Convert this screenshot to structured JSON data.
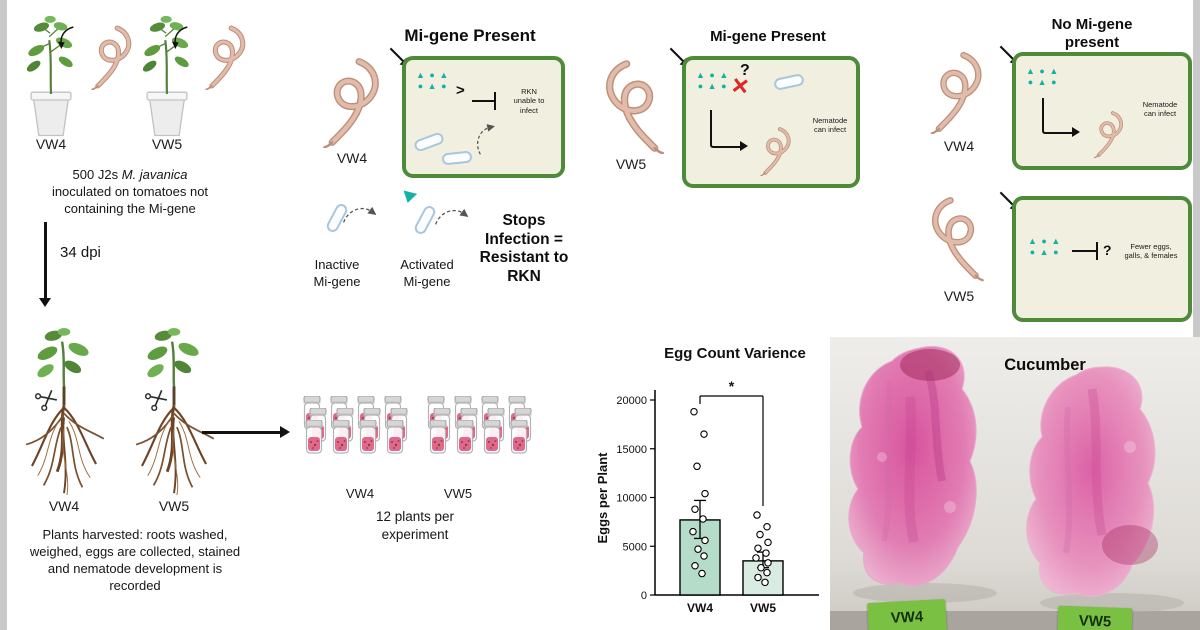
{
  "workflow": {
    "top_plant1_label": "VW4",
    "top_plant2_label": "VW5",
    "inoculation": {
      "prefix": "500 J2s ",
      "species": "M. javanica",
      "line2": "inoculated on tomatoes not",
      "line3": "containing the Mi-gene"
    },
    "dpi_label": "34 dpi",
    "bottom_plant1_label": "VW4",
    "bottom_plant2_label": "VW5",
    "harvest_lines": [
      "Plants harvested: roots washed,",
      "weighed, eggs are collected, stained",
      "and nematode development is",
      "recorded"
    ]
  },
  "panel_mi_vw4": {
    "title": "Mi-gene Present",
    "nematode_label": "VW4",
    "chevron": ">",
    "note_lines": [
      "RKN",
      "unable to",
      "infect"
    ]
  },
  "legend": {
    "inactive_lines": [
      "Inactive",
      "Mi-gene"
    ],
    "activated_lines": [
      "Activated",
      "Mi-gene"
    ],
    "stops_lines": [
      "Stops",
      "Infection =",
      "Resistant to",
      "RKN"
    ]
  },
  "panel_mi_vw5": {
    "title": "Mi-gene Present",
    "nematode_label": "VW5",
    "question": "?",
    "cross": "×",
    "note_lines": [
      "Nematode",
      "can infect"
    ]
  },
  "panel_no_mi": {
    "title_lines": [
      "No Mi-gene",
      "present"
    ],
    "vw4_label": "VW4",
    "vw4_note_lines": [
      "Nematode",
      "can infect"
    ],
    "vw5_label": "VW5",
    "question": "?",
    "vw5_note_lines": [
      "Fewer eggs,",
      "galls, & females"
    ]
  },
  "cluster_icon": {
    "row1": "▲ ● ▲",
    "row2": "● ▲ ●"
  },
  "jars": {
    "label1": "VW4",
    "label2": "VW5",
    "caption_lines": [
      "12 plants per",
      "experiment"
    ]
  },
  "chart_data": {
    "type": "bar",
    "title": "Egg Count Varience",
    "ylabel": "Eggs per Plant",
    "categories": [
      "VW4",
      "VW5"
    ],
    "values": [
      7700,
      3500
    ],
    "ylim": [
      0,
      20000
    ],
    "yticks": [
      0,
      5000,
      10000,
      15000,
      20000
    ],
    "bar_colors": [
      "#b5dcc9",
      "#d9ece2"
    ],
    "error_bars": [
      {
        "low": 5800,
        "high": 9700
      },
      {
        "low": 2800,
        "high": 4400
      }
    ],
    "points": [
      [
        18800,
        16500,
        13200,
        10400,
        8800,
        7800,
        6500,
        5600,
        4700,
        4000,
        3000,
        2200
      ],
      [
        8200,
        7000,
        6200,
        5400,
        4800,
        4300,
        3800,
        3300,
        2800,
        2300,
        1800,
        1300
      ]
    ],
    "significance": "*",
    "grid": false,
    "legend_position": "none"
  },
  "photo": {
    "caption": "Cucumber",
    "label1": "VW4",
    "label2": "VW5"
  }
}
